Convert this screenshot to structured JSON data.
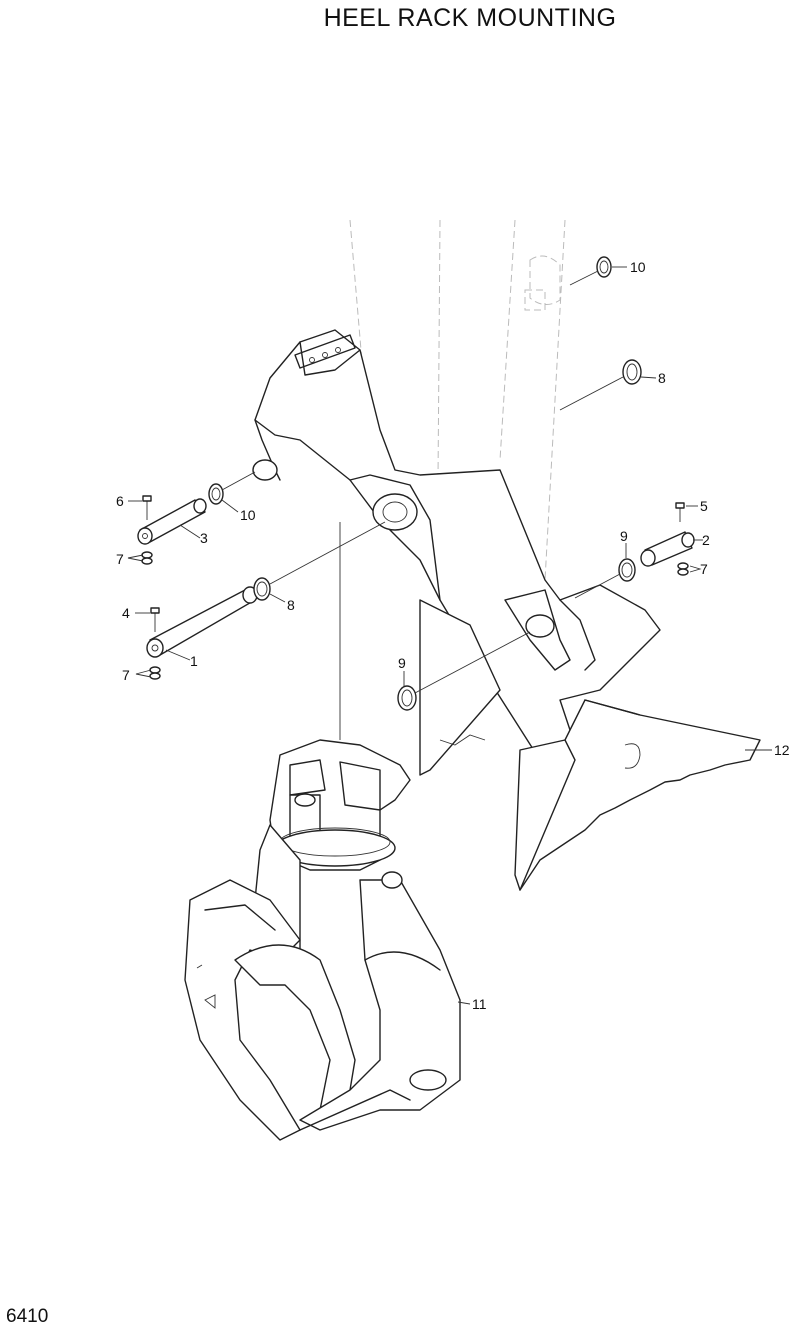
{
  "title": "HEEL RACK MOUNTING",
  "page_number": "6410",
  "callouts": [
    {
      "id": "c1",
      "label": "1"
    },
    {
      "id": "c2",
      "label": "2"
    },
    {
      "id": "c3",
      "label": "3"
    },
    {
      "id": "c4",
      "label": "4"
    },
    {
      "id": "c5",
      "label": "5"
    },
    {
      "id": "c6",
      "label": "6"
    },
    {
      "id": "c7a",
      "label": "7"
    },
    {
      "id": "c7b",
      "label": "7"
    },
    {
      "id": "c7c",
      "label": "7"
    },
    {
      "id": "c8a",
      "label": "8"
    },
    {
      "id": "c8b",
      "label": "8"
    },
    {
      "id": "c9a",
      "label": "9"
    },
    {
      "id": "c9b",
      "label": "9"
    },
    {
      "id": "c10a",
      "label": "10"
    },
    {
      "id": "c10b",
      "label": "10"
    },
    {
      "id": "c11",
      "label": "11"
    },
    {
      "id": "c12",
      "label": "12"
    }
  ]
}
